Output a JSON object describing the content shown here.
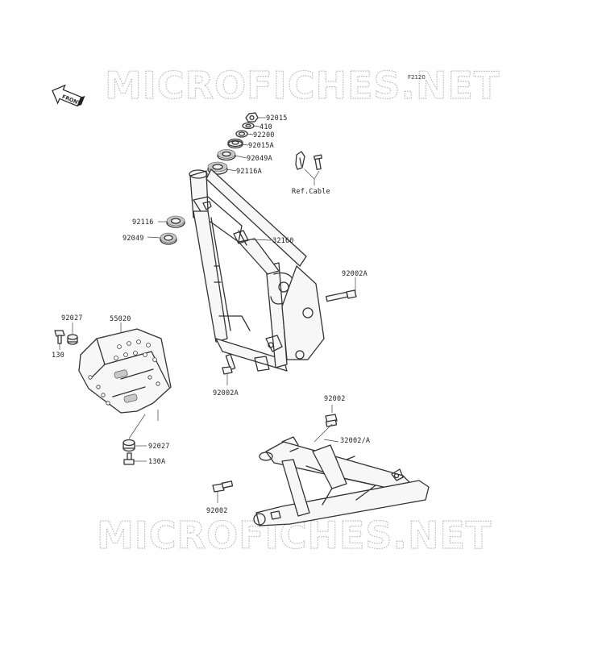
{
  "diagram_code": "F2120",
  "front_indicator": "FRONT",
  "watermark": "MICROFICHES.NET",
  "parts": {
    "nut_top": "92015",
    "washer_410": "410",
    "seal_92200": "92200",
    "nut_92015a": "92015A",
    "seal_92049a": "92049A",
    "bearing_92116a": "92116A",
    "ref_cable": "Ref.Cable",
    "bearing_92116": "92116",
    "seal_92049": "92049",
    "frame_32160": "32160",
    "bolt_92002a_right": "92002A",
    "collar_92027_top": "92027",
    "guard_55020": "55020",
    "bolt_130": "130",
    "bolt_92002a_bottom": "92002A",
    "bolt_92002_top": "92002",
    "subframe_32002a": "32002/A",
    "collar_92027_bottom": "92027",
    "bolt_130a": "130A",
    "bolt_92002_left": "92002"
  }
}
